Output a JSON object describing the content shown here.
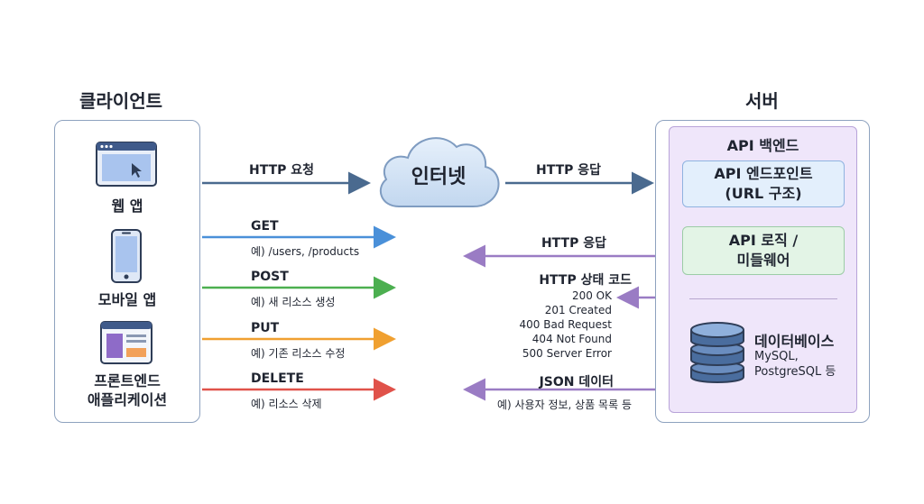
{
  "client": {
    "title": "클라이언트",
    "items": [
      {
        "label": "웹 앱"
      },
      {
        "label": "모바일 앱"
      },
      {
        "label": "프론트엔드\n애플리케이션"
      }
    ]
  },
  "server": {
    "title": "서버",
    "backend_title": "API 백엔드",
    "endpoint_box": "API 엔드포인트\n(URL 구조)",
    "logic_box": "API 로직 /\n미들웨어",
    "db_title": "데이터베이스",
    "db_sub": "MySQL,\nPostgreSQL 등"
  },
  "internet": {
    "label": "인터넷"
  },
  "flows": {
    "request": "HTTP 요청",
    "response_top": "HTTP 응답",
    "methods": [
      {
        "name": "GET",
        "example": "예) /users, /products",
        "color": "#4a90d9"
      },
      {
        "name": "POST",
        "example": "예) 새 리소스 생성",
        "color": "#4caf50"
      },
      {
        "name": "PUT",
        "example": "예) 기존 리소스 수정",
        "color": "#f0a030"
      },
      {
        "name": "DELETE",
        "example": "예) 리소스 삭제",
        "color": "#e0524a"
      }
    ],
    "response": "HTTP 응답",
    "status_title": "HTTP 상태 코드",
    "status_codes": [
      "200 OK",
      "201 Created",
      "400 Bad Request",
      "404 Not Found",
      "500 Server Error"
    ],
    "json_title": "JSON 데이터",
    "json_example": "예) 사용자 정보, 상품 목록 등"
  },
  "colors": {
    "request_arrow": "#4a6a8f",
    "response_arrow": "#9a7cc4",
    "panel_border": "#8ea2bf",
    "server_inner": "#efe6fa",
    "endpoint_fill": "#e3effc",
    "logic_fill": "#e3f4e6"
  }
}
